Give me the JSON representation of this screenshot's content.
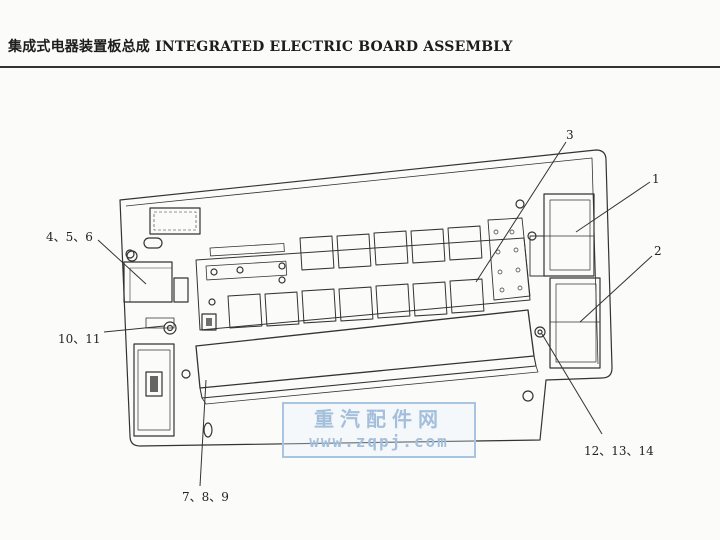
{
  "header": {
    "title": "集成式电器装置板总成 INTEGRATED ELECTRIC BOARD ASSEMBLY"
  },
  "callouts": {
    "c1": "1",
    "c2": "2",
    "c3": "3",
    "c456": "4、5、6",
    "c1011": "10、11",
    "c789": "7、8、9",
    "c121314": "12、13、14"
  },
  "watermark": {
    "cn": "重汽配件网",
    "url": "www.zqpj.com"
  },
  "colors": {
    "line": "#333333",
    "watermark": "#a3bfdc"
  }
}
